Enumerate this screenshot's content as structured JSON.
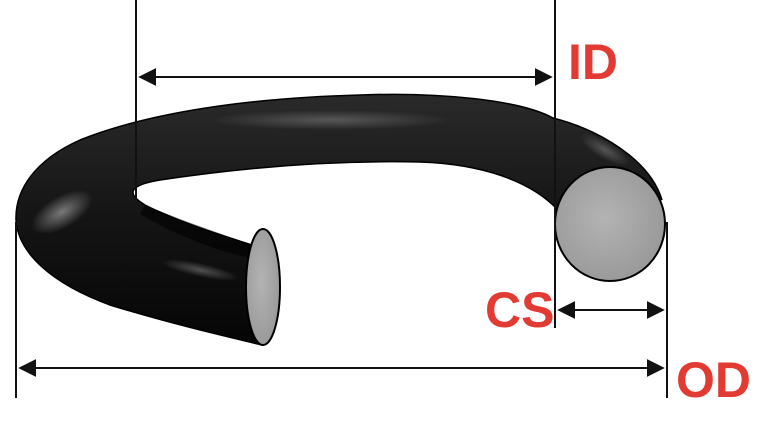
{
  "labels": {
    "inner_diameter": "ID",
    "cross_section": "CS",
    "outer_diameter": "OD"
  },
  "colors": {
    "ring_body": "#131313",
    "ring_highlight": "#5a5a5a",
    "cut_face": "#a7a7a7",
    "dimension_lines": "#111111",
    "label_text": "#e23b34",
    "background": "#ffffff"
  }
}
